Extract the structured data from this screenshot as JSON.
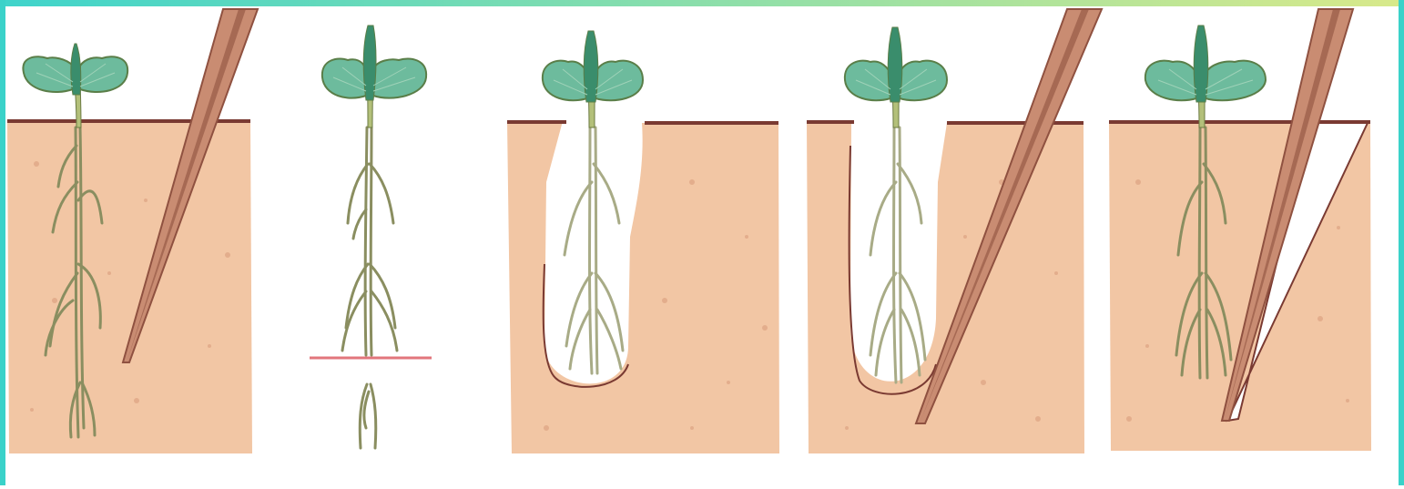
{
  "figure": {
    "description_text": "",
    "frame": {
      "gradient_left": "#3fd4cb",
      "gradient_right": "#d8e98a",
      "side_color": "#3ad2c9"
    },
    "colors": {
      "soil": "#f2c6a4",
      "soil_edge": "#7a3a32",
      "soil_speckle": "#e3ad8c",
      "leaf": "#6dbb9d",
      "leaf_dark": "#3a8d6c",
      "leaf_edge": "#5a7e48",
      "stem": "#b3c07a",
      "stem_dark": "#6b7a42",
      "root": "#8a8e60",
      "stick": "#c98c72",
      "stick_dark": "#8f5140",
      "cut_line": "#e2767c"
    },
    "panels": [
      {
        "step": 1,
        "name": "seedling-in-soil-with-peg"
      },
      {
        "step": 2,
        "name": "seedling-root-pinched"
      },
      {
        "step": 3,
        "name": "seedling-in-hole"
      },
      {
        "step": 4,
        "name": "peg-pressing-soil"
      },
      {
        "step": 5,
        "name": "soil-closed-with-peg"
      }
    ]
  }
}
